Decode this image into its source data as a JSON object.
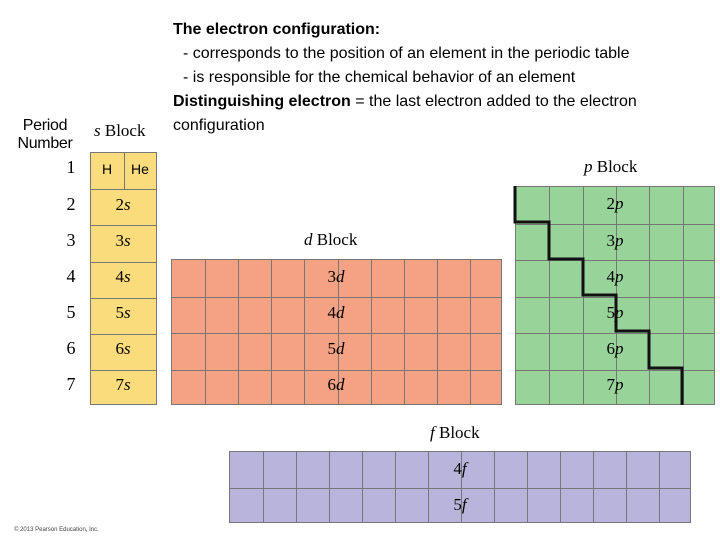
{
  "text": {
    "heading": "The electron configuration:",
    "bullet_1": "- corresponds to the position of an element in the periodic table",
    "bullet_2": "- is responsible for the chemical behavior of an element",
    "definition_term": "Distinguishing electron",
    "definition_rest": " = the last electron added to the electron",
    "definition_cont": "configuration"
  },
  "figure": {
    "period_header": [
      "Period",
      "Number"
    ],
    "periods": [
      "1",
      "2",
      "3",
      "4",
      "5",
      "6",
      "7"
    ],
    "s_block": {
      "title_letter": "s",
      "title_word": " Block",
      "period1_elements": [
        "H",
        "He"
      ],
      "orbitals": [
        [
          "2",
          "s"
        ],
        [
          "3",
          "s"
        ],
        [
          "4",
          "s"
        ],
        [
          "5",
          "s"
        ],
        [
          "6",
          "s"
        ],
        [
          "7",
          "s"
        ]
      ]
    },
    "d_block": {
      "title_letter": "d",
      "title_word": " Block",
      "orbitals": [
        [
          "3",
          "d"
        ],
        [
          "4",
          "d"
        ],
        [
          "5",
          "d"
        ],
        [
          "6",
          "d"
        ]
      ]
    },
    "p_block": {
      "title_letter": "p",
      "title_word": " Block",
      "orbitals": [
        [
          "2",
          "p"
        ],
        [
          "3",
          "p"
        ],
        [
          "4",
          "p"
        ],
        [
          "5",
          "p"
        ],
        [
          "6",
          "p"
        ],
        [
          "7",
          "p"
        ]
      ]
    },
    "f_block": {
      "title_letter": "f",
      "title_word": " Block",
      "orbitals": [
        [
          "4",
          "f"
        ],
        [
          "5",
          "f"
        ]
      ]
    },
    "colors": {
      "s": "#fbdc7c",
      "d": "#f5a184",
      "p": "#98d39a",
      "f": "#b8b4dc",
      "grid_line": "#777777"
    },
    "copyright": "© 2013 Pearson Education, Inc."
  }
}
